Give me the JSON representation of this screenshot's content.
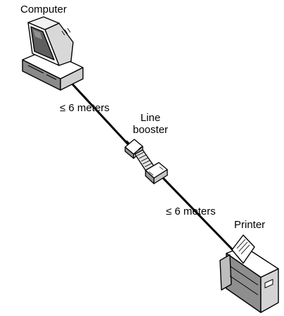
{
  "labels": {
    "computer": "Computer",
    "distance_upper": "≤ 6 meters",
    "booster_line1": "Line",
    "booster_line2": "booster",
    "distance_lower": "≤ 6 meters",
    "printer": "Printer"
  },
  "icons": {
    "computer": "desktop-computer-icon",
    "booster": "line-booster-icon",
    "printer": "printer-icon"
  },
  "colors": {
    "ink": "#000000",
    "background": "#ffffff"
  }
}
